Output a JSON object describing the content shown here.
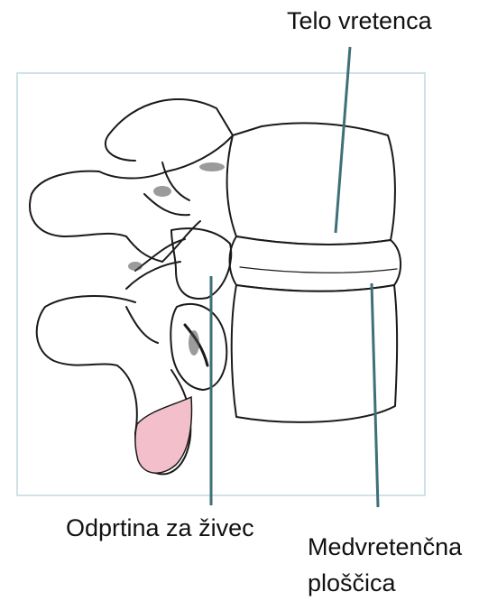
{
  "labels": {
    "vertebral_body": "Telo vretenca",
    "nerve_opening": "Odprtina za živec",
    "disc_line1": "Medvretenčna",
    "disc_line2": "ploščica"
  },
  "colors": {
    "leader_line": "#3e7078",
    "frame": "#cfe3e6",
    "highlight": "#f3bfca",
    "outline": "#1a1a1a"
  }
}
